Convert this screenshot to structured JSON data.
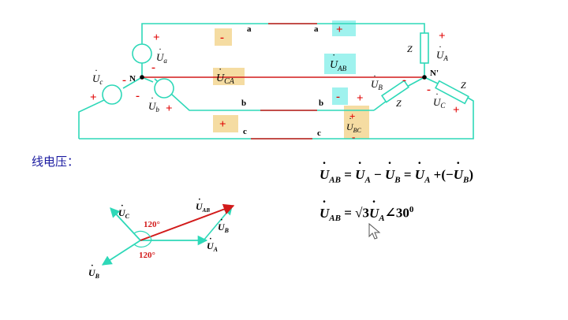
{
  "circuit": {
    "nodes": {
      "left": "N",
      "right": "N'"
    },
    "lines": {
      "a": "a",
      "b": "b",
      "c": "c"
    },
    "sources": {
      "ua": {
        "sym": "U",
        "sub": "a"
      },
      "ub": {
        "sym": "U",
        "sub": "b"
      },
      "uc": {
        "sym": "U",
        "sub": "c"
      }
    },
    "loads": {
      "ua": {
        "sym": "U",
        "sub": "A",
        "z": "Z"
      },
      "ub": {
        "sym": "U",
        "sub": "B",
        "z": "Z"
      },
      "uc": {
        "sym": "U",
        "sub": "C",
        "z": "Z"
      }
    },
    "line_voltages": {
      "uab": {
        "sym": "U",
        "sub": "AB"
      },
      "ubc": {
        "sym": "U",
        "sub": "BC"
      },
      "uca": {
        "sym": "U",
        "sub": "CA"
      }
    },
    "signs": {
      "plus": "+",
      "minus": "-"
    }
  },
  "section_title": "线电压：",
  "equations": {
    "eq1": {
      "lhs": "U",
      "lhs_sub": "AB",
      "eq": "=",
      "t1": "U",
      "t1_sub": "A",
      "minus": "−",
      "t2": "U",
      "t2_sub": "B",
      "eq2": "=",
      "t3": "U",
      "t3_sub": "A",
      "plus": "+",
      "open": "(−",
      "t4": "U",
      "t4_sub": "B",
      "close": ")"
    },
    "eq2": {
      "lhs": "U",
      "lhs_sub": "AB",
      "eq": "=",
      "root": "√3",
      "t1": "U",
      "t1_sub": "A",
      "angle": "∠30",
      "deg": "0"
    }
  },
  "phasor": {
    "labels": {
      "uc": "U",
      "uc_sub": "C",
      "ub": "U",
      "ub_sub": "B",
      "ua": "U",
      "ua_sub": "A",
      "uab": "U",
      "uab_sub": "AB",
      "neg_ub": "U",
      "neg_ub_sub": "B"
    },
    "angle1": "120°",
    "angle2": "120°"
  },
  "colors": {
    "wire": "#2ed8b8",
    "red": "#d21a1a",
    "sign": "#e00000",
    "box_tan": "#f5dca2",
    "box_cyan": "#9ff2ee",
    "heading": "#1a1aa0"
  }
}
